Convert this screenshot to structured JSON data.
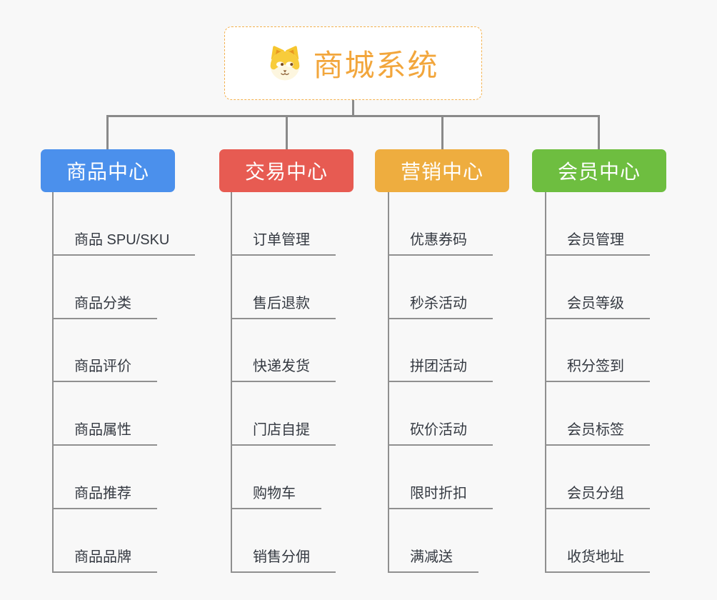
{
  "root": {
    "title": "商城系统",
    "icon": "dog-face-icon",
    "text_color": "#f2a63c",
    "border_color": "#f3b14e"
  },
  "connector_color": "#8a8a8a",
  "branches": [
    {
      "label": "商品中心",
      "color": "#4b90ec",
      "children": [
        "商品 SPU/SKU",
        "商品分类",
        "商品评价",
        "商品属性",
        "商品推荐",
        "商品品牌"
      ]
    },
    {
      "label": "交易中心",
      "color": "#e75b52",
      "children": [
        "订单管理",
        "售后退款",
        "快递发货",
        "门店自提",
        "购物车",
        "销售分佣"
      ]
    },
    {
      "label": "营销中心",
      "color": "#eead3f",
      "children": [
        "优惠券码",
        "秒杀活动",
        "拼团活动",
        "砍价活动",
        "限时折扣",
        "满减送"
      ]
    },
    {
      "label": "会员中心",
      "color": "#6ebe40",
      "children": [
        "会员管理",
        "会员等级",
        "积分签到",
        "会员标签",
        "会员分组",
        "收货地址"
      ]
    }
  ]
}
